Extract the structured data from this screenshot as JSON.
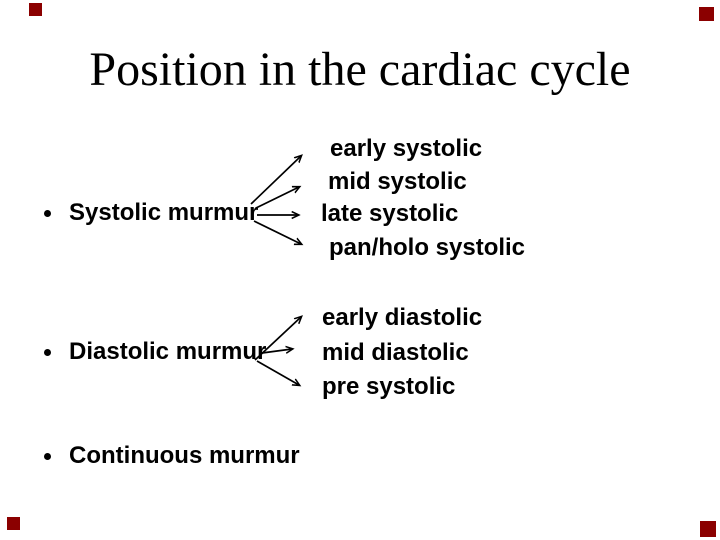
{
  "slide": {
    "title": "Position in the cardiac cycle",
    "bullets": [
      {
        "label": "Systolic murmur",
        "children": [
          "early systolic",
          "mid systolic",
          "late systolic",
          "pan/holo systolic"
        ]
      },
      {
        "label": "Diastolic murmur",
        "children": [
          "early diastolic",
          "mid diastolic",
          "pre systolic"
        ]
      },
      {
        "label": "Continuous murmur",
        "children": []
      }
    ],
    "colors": {
      "background": "#ffffff",
      "text": "#000000",
      "arrow": "#000000",
      "corner_marker": "#8b0000"
    }
  }
}
